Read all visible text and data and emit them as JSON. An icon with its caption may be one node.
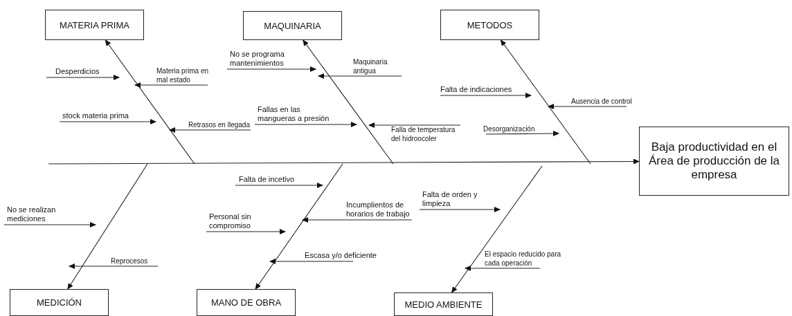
{
  "diagram": {
    "nodes": [
      {
        "text": [
          "MATERIA PRIMA"
        ]
      },
      {
        "text": [
          "MAQUINARIA"
        ]
      },
      {
        "text": [
          "METODOS"
        ]
      },
      {
        "text": [
          "Baja productividad en el Área de producción de la empresa"
        ]
      },
      {
        "text": [
          "MEDICIÓN"
        ]
      },
      {
        "text": [
          "MANO DE OBRA"
        ]
      },
      {
        "text": [
          "MEDIO AMBIENTE"
        ]
      },
      {
        "text": [
          "Desperdicios"
        ]
      },
      {
        "text": [
          "Materia prima en mal estado"
        ]
      },
      {
        "text": [
          "stock materia prima"
        ]
      },
      {
        "text": [
          "Retrasos en llegada"
        ]
      },
      {
        "text": [
          "No se programa mantenimientos"
        ]
      },
      {
        "text": [
          "Maquinaria antigua"
        ]
      },
      {
        "text": [
          "Fallas en las mangueras a presión"
        ]
      },
      {
        "text": [
          "Falla de temperatura del hidroocoler"
        ]
      },
      {
        "text": [
          "Falta de indicaciones"
        ]
      },
      {
        "text": [
          "Ausencia de control"
        ]
      },
      {
        "text": [
          "Desorganización"
        ]
      },
      {
        "text": [
          "No se realizan mediciones"
        ]
      },
      {
        "text": [
          "Reprocesos"
        ]
      },
      {
        "text": [
          "Falta de incetivo"
        ]
      },
      {
        "text": [
          "Incumplientos de horarios de trabajo"
        ]
      },
      {
        "text": [
          "Personal sin compromiso"
        ]
      },
      {
        "text": [
          "Escasa y/o deficiente"
        ]
      },
      {
        "text": [
          "Falta de orden y limpieza"
        ]
      },
      {
        "text": [
          "El espacio reducido para cada operación"
        ]
      }
    ],
    "edges": [
      {
        "from": null,
        "to": 3,
        "arrow": "to"
      },
      {
        "from": null,
        "to": 0,
        "arrow": "to"
      },
      {
        "from": null,
        "to": 1,
        "arrow": "to"
      },
      {
        "from": null,
        "to": 2,
        "arrow": "to"
      },
      {
        "from": null,
        "to": 4,
        "arrow": "to"
      },
      {
        "from": null,
        "to": 5,
        "arrow": "to"
      },
      {
        "from": null,
        "to": 6,
        "arrow": "to"
      },
      {
        "from": 7,
        "to": null,
        "arrow": "to"
      },
      {
        "from": 8,
        "to": null,
        "arrow": "to"
      },
      {
        "from": 9,
        "to": null,
        "arrow": "to"
      },
      {
        "from": 10,
        "to": null,
        "arrow": "to"
      },
      {
        "from": 11,
        "to": null,
        "arrow": "to"
      },
      {
        "from": 12,
        "to": null,
        "arrow": "to"
      },
      {
        "from": 13,
        "to": null,
        "arrow": "to"
      },
      {
        "from": 14,
        "to": null,
        "arrow": "to"
      },
      {
        "from": 15,
        "to": null,
        "arrow": "to"
      },
      {
        "from": 16,
        "to": null,
        "arrow": "to"
      },
      {
        "from": 17,
        "to": null,
        "arrow": "to"
      },
      {
        "from": 18,
        "to": null,
        "arrow": "to"
      },
      {
        "from": 19,
        "to": null,
        "arrow": "to"
      },
      {
        "from": 20,
        "to": null,
        "arrow": "to"
      },
      {
        "from": 21,
        "to": null,
        "arrow": "to"
      },
      {
        "from": 22,
        "to": null,
        "arrow": "to"
      },
      {
        "from": 23,
        "to": null,
        "arrow": "to"
      },
      {
        "from": 24,
        "to": null,
        "arrow": "to"
      },
      {
        "from": 25,
        "to": null,
        "arrow": "to"
      }
    ]
  }
}
